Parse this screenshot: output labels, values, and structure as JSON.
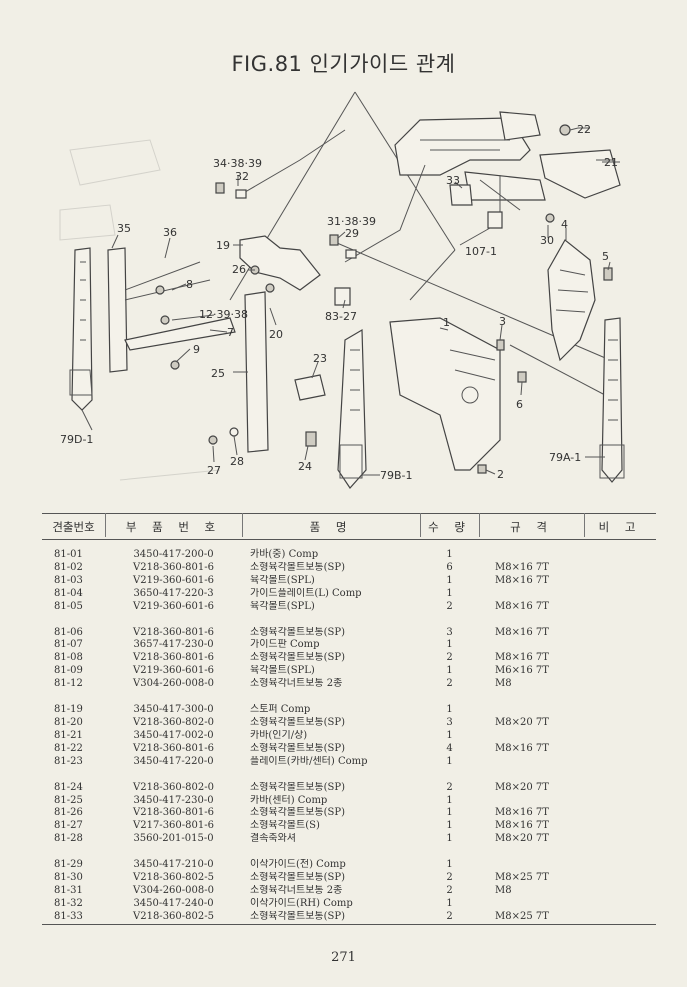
{
  "title": "FIG.81 인기가이드 관계",
  "callouts": [
    {
      "id": "22",
      "text": "22"
    },
    {
      "id": "21",
      "text": "21"
    },
    {
      "id": "34",
      "text": "34·38·39"
    },
    {
      "id": "32",
      "text": "32"
    },
    {
      "id": "33",
      "text": "33"
    },
    {
      "id": "31",
      "text": "31·38·39"
    },
    {
      "id": "29",
      "text": "29"
    },
    {
      "id": "30",
      "text": "30"
    },
    {
      "id": "4",
      "text": "4"
    },
    {
      "id": "107",
      "text": "107-1"
    },
    {
      "id": "35",
      "text": "35"
    },
    {
      "id": "36",
      "text": "36"
    },
    {
      "id": "19",
      "text": "19"
    },
    {
      "id": "26",
      "text": "26"
    },
    {
      "id": "8",
      "text": "8"
    },
    {
      "id": "5",
      "text": "5"
    },
    {
      "id": "12",
      "text": "12·39·38"
    },
    {
      "id": "7",
      "text": "7"
    },
    {
      "id": "83",
      "text": "83-27"
    },
    {
      "id": "20",
      "text": "20"
    },
    {
      "id": "1",
      "text": "1"
    },
    {
      "id": "3",
      "text": "3"
    },
    {
      "id": "9",
      "text": "9"
    },
    {
      "id": "23",
      "text": "23"
    },
    {
      "id": "25",
      "text": "25"
    },
    {
      "id": "6",
      "text": "6"
    },
    {
      "id": "79D",
      "text": "79D-1"
    },
    {
      "id": "79A",
      "text": "79A-1"
    },
    {
      "id": "27",
      "text": "27"
    },
    {
      "id": "28",
      "text": "28"
    },
    {
      "id": "24",
      "text": "24"
    },
    {
      "id": "79B",
      "text": "79B-1"
    },
    {
      "id": "2",
      "text": "2"
    }
  ],
  "table": {
    "headers": [
      "견출번호",
      "부 품 번 호",
      "품 명",
      "수 량",
      "규 격",
      "비 고"
    ],
    "groups": [
      [
        [
          "81-01",
          "3450-417-200-0",
          "카바(중) Comp",
          "1",
          ""
        ],
        [
          "81-02",
          "V218-360-801-6",
          "소형육각볼트보통(SP)",
          "6",
          "M8×16 7T"
        ],
        [
          "81-03",
          "V219-360-601-6",
          "육각볼트(SPL)",
          "1",
          "M8×16 7T"
        ],
        [
          "81-04",
          "3650-417-220-3",
          "가이드플레이트(L) Comp",
          "1",
          ""
        ],
        [
          "81-05",
          "V219-360-601-6",
          "육각볼트(SPL)",
          "2",
          "M8×16 7T"
        ]
      ],
      [
        [
          "81-06",
          "V218-360-801-6",
          "소형육각볼트보통(SP)",
          "3",
          "M8×16 7T"
        ],
        [
          "81-07",
          "3657-417-230-0",
          "가이드판 Comp",
          "1",
          ""
        ],
        [
          "81-08",
          "V218-360-801-6",
          "소형육각볼트보통(SP)",
          "2",
          "M8×16 7T"
        ],
        [
          "81-09",
          "V219-360-601-6",
          "육각볼트(SPL)",
          "1",
          "M6×16 7T"
        ],
        [
          "81-12",
          "V304-260-008-0",
          "소형육각너트보통 2종",
          "2",
          "M8"
        ]
      ],
      [
        [
          "81-19",
          "3450-417-300-0",
          "스토퍼 Comp",
          "1",
          ""
        ],
        [
          "81-20",
          "V218-360-802-0",
          "소형육각볼트보통(SP)",
          "3",
          "M8×20 7T"
        ],
        [
          "81-21",
          "3450-417-002-0",
          "카바(인기/상)",
          "1",
          ""
        ],
        [
          "81-22",
          "V218-360-801-6",
          "소형육각볼트보통(SP)",
          "4",
          "M8×16 7T"
        ],
        [
          "81-23",
          "3450-417-220-0",
          "플레이트(카바/센터) Comp",
          "1",
          ""
        ]
      ],
      [
        [
          "81-24",
          "V218-360-802-0",
          "소형육각볼트보통(SP)",
          "2",
          "M8×20 7T"
        ],
        [
          "81-25",
          "3450-417-230-0",
          "카바(센터) Comp",
          "1",
          ""
        ],
        [
          "81-26",
          "V218-360-801-6",
          "소형육각볼트보통(SP)",
          "1",
          "M8×16 7T"
        ],
        [
          "81-27",
          "V217-360-801-6",
          "소형육각볼트(S)",
          "1",
          "M8×16 7T"
        ],
        [
          "81-28",
          "3560-201-015-0",
          "결속축와셔",
          "1",
          "M8×20 7T"
        ]
      ],
      [
        [
          "81-29",
          "3450-417-210-0",
          "이삭가이드(전) Comp",
          "1",
          ""
        ],
        [
          "81-30",
          "V218-360-802-5",
          "소형육각볼트보통(SP)",
          "2",
          "M8×25 7T"
        ],
        [
          "81-31",
          "V304-260-008-0",
          "소형육각너트보통 2종",
          "2",
          "M8"
        ],
        [
          "81-32",
          "3450-417-240-0",
          "이삭가이드(RH) Comp",
          "1",
          ""
        ],
        [
          "81-33",
          "V218-360-802-5",
          "소형육각볼트보통(SP)",
          "2",
          "M8×25 7T"
        ]
      ]
    ]
  },
  "page_number": "271"
}
